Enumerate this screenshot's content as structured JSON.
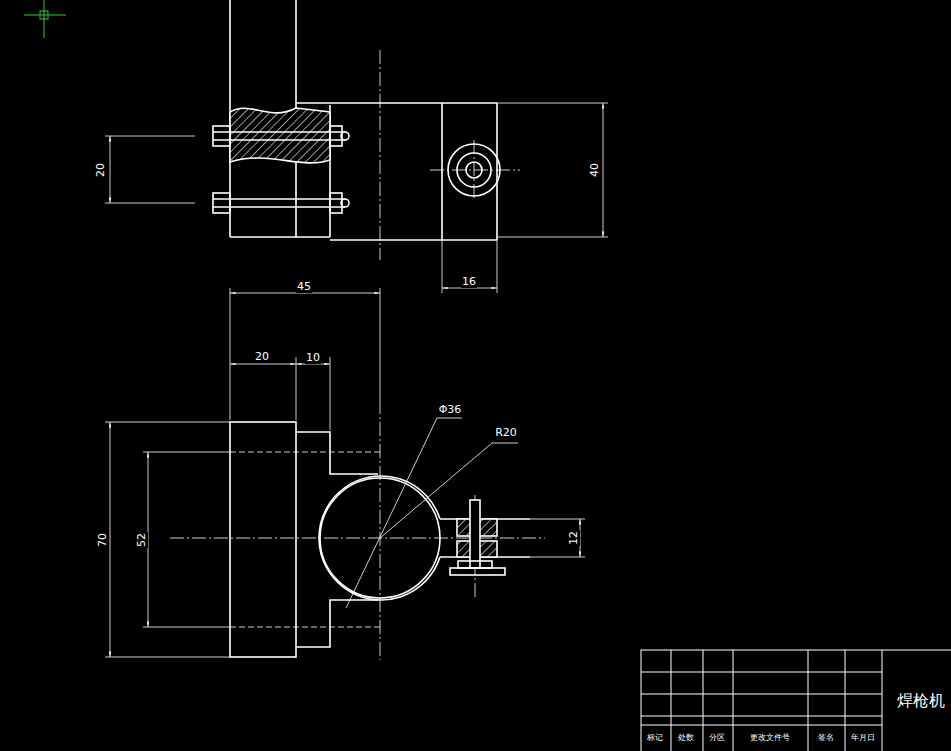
{
  "diagram": {
    "labels": [
      "20",
      "40",
      "16",
      "45",
      "20",
      "10",
      "Φ36",
      "R20",
      "70",
      "52",
      "12",
      "标记",
      "处数",
      "分区",
      "更改文件号",
      "签名",
      "年月日",
      "焊枪机"
    ]
  }
}
